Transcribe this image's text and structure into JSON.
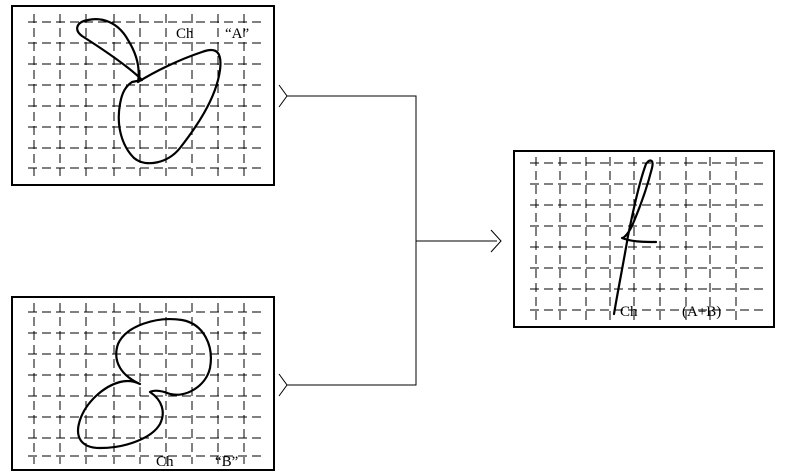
{
  "panels": {
    "a": {
      "channel": "Ch",
      "name": "“A”"
    },
    "b": {
      "channel": "Ch",
      "name": "“B”"
    },
    "sum": {
      "channel": "Ch",
      "name": "(A+B)"
    }
  }
}
